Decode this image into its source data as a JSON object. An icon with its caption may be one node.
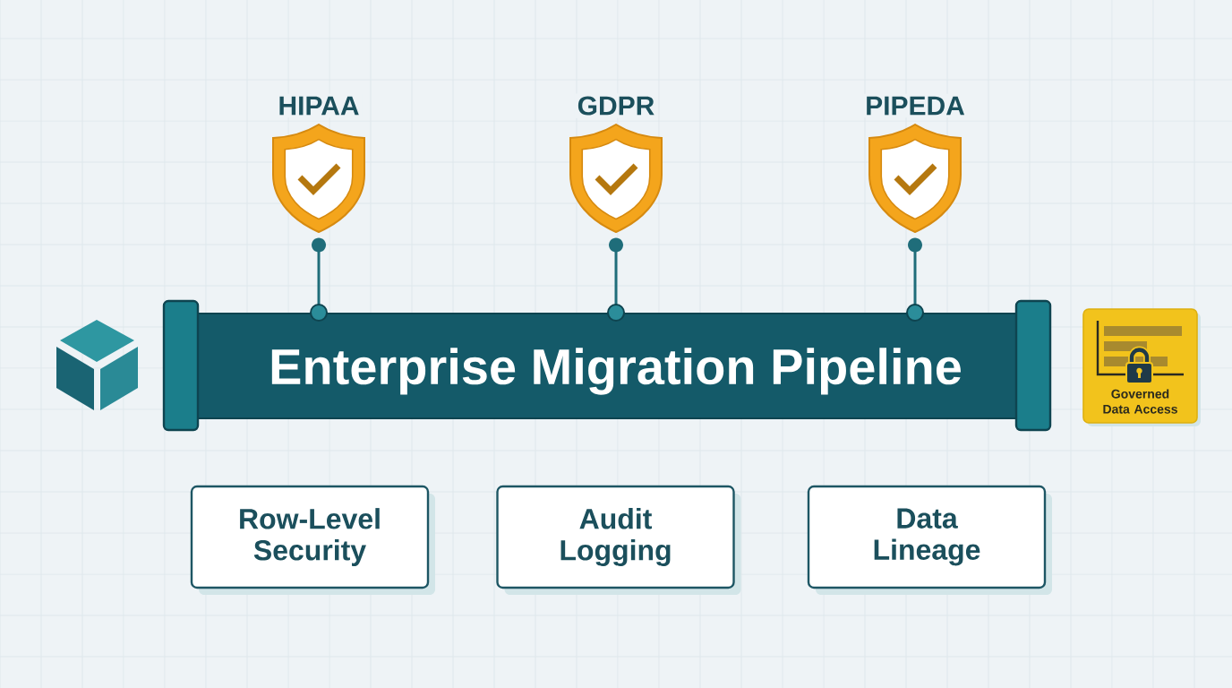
{
  "diagram": {
    "nodes": [
      {
        "text": [
          "HIPAA"
        ]
      },
      {
        "text": [
          "GDPR"
        ]
      },
      {
        "text": [
          "PIPEDA"
        ]
      },
      {
        "text": [],
        "shape": "cube"
      },
      {
        "text": [
          "Enterprise Migration Pipeline"
        ]
      },
      {
        "text": [
          "Governed Data Access"
        ]
      },
      {
        "text": [
          "Row-Level Security"
        ]
      },
      {
        "text": [
          "Audit Logging"
        ]
      },
      {
        "text": [
          "Data Lineage"
        ]
      }
    ],
    "edges": [
      {
        "from": 0,
        "to": 4,
        "arrow": "other"
      },
      {
        "from": 1,
        "to": 4,
        "arrow": "other"
      },
      {
        "from": 2,
        "to": 4,
        "arrow": "other"
      }
    ]
  }
}
